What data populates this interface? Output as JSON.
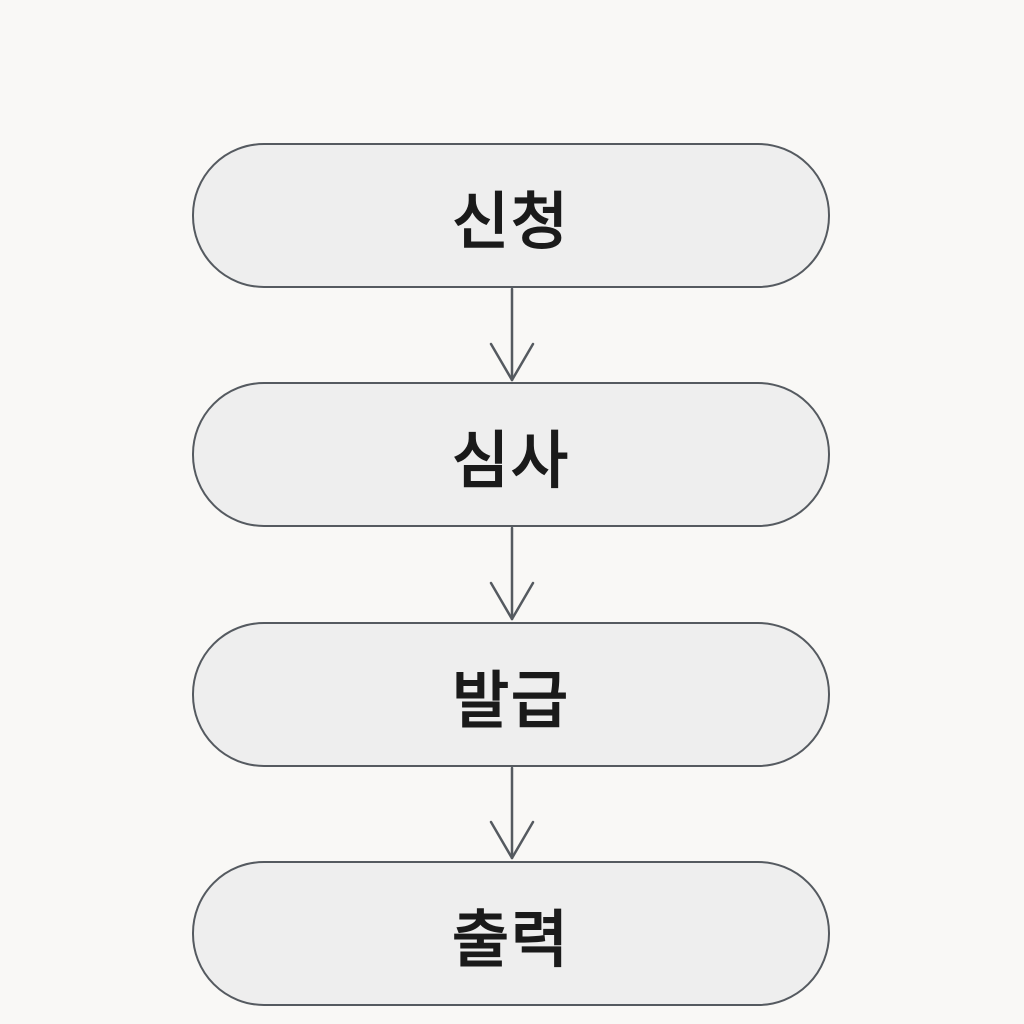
{
  "steps": [
    {
      "label": "신청"
    },
    {
      "label": "심사"
    },
    {
      "label": "발급"
    },
    {
      "label": "출력"
    }
  ],
  "colors": {
    "background": "#f9f8f6",
    "box_fill": "#eeeeee",
    "box_border": "#555a60",
    "text": "#1a1a1a"
  }
}
